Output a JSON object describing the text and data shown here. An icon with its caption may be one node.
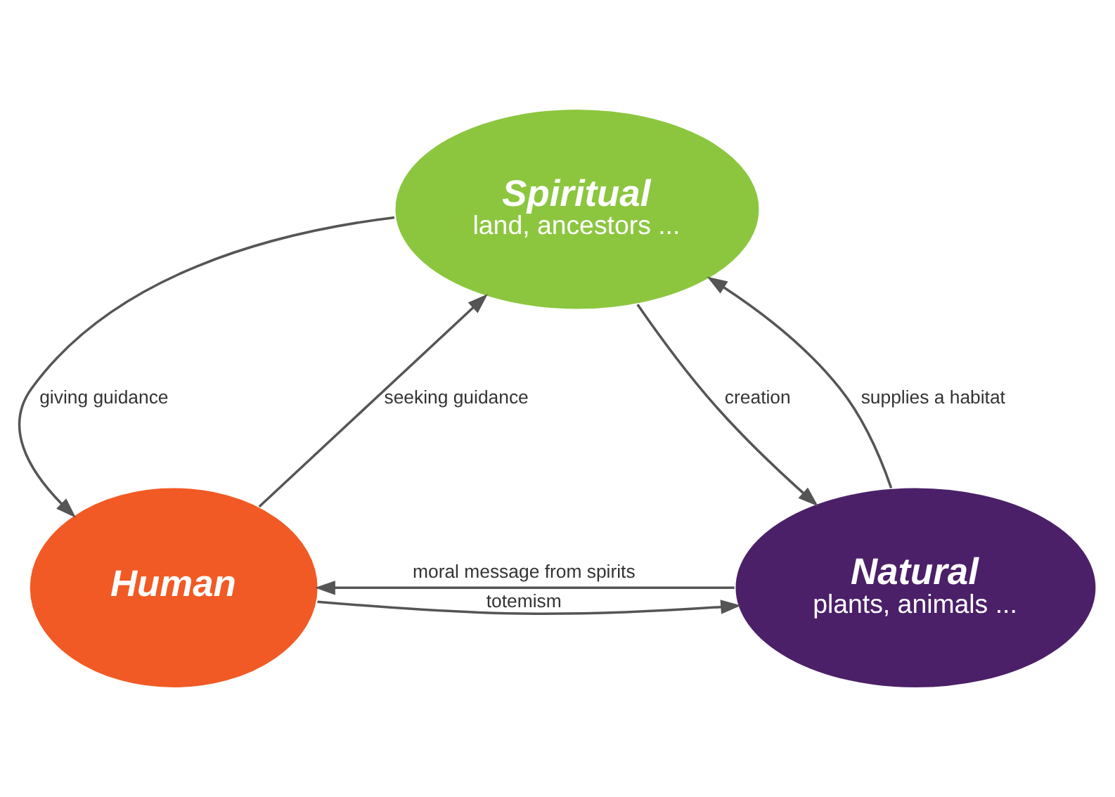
{
  "diagram": {
    "nodes": [
      {
        "text": [
          "Spiritual",
          "land, ancestors ..."
        ]
      },
      {
        "text": [
          "Human"
        ]
      },
      {
        "text": [
          "Natural",
          "plants, animals ..."
        ]
      }
    ],
    "edges": [
      {
        "from": 0,
        "to": 1,
        "arrow": "to",
        "label": "giving guidance"
      },
      {
        "from": 1,
        "to": 0,
        "arrow": "to",
        "label": "seeking guidance"
      },
      {
        "from": 0,
        "to": 2,
        "arrow": "to",
        "label": "creation"
      },
      {
        "from": 2,
        "to": 0,
        "arrow": "to",
        "label": "supplies a habitat"
      },
      {
        "from": 1,
        "to": 2,
        "arrow": "to",
        "label": "totemism"
      },
      {
        "from": 2,
        "to": 1,
        "arrow": "to",
        "label": "moral message from spirits"
      }
    ]
  }
}
